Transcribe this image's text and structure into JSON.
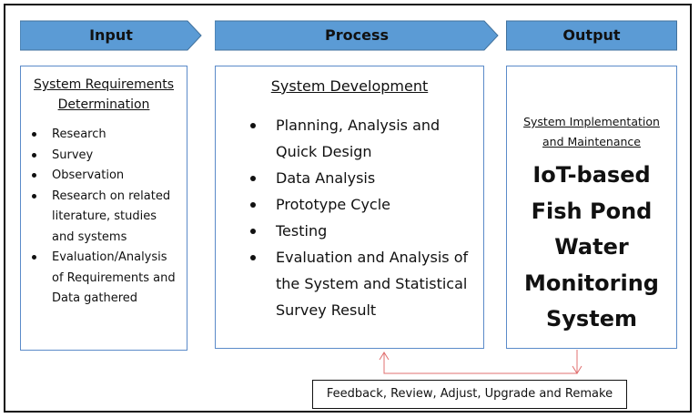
{
  "header": {
    "input_label": "Input",
    "process_label": "Process",
    "output_label": "Output"
  },
  "input_box": {
    "title_line1": "System Requirements",
    "title_line2": "Determination",
    "items": [
      [
        "Research"
      ],
      [
        "Survey"
      ],
      [
        "Observation"
      ],
      [
        "Research on related",
        "literature, studies",
        "and systems"
      ],
      [
        "Evaluation/Analysis",
        "of Requirements and",
        "Data gathered"
      ]
    ]
  },
  "process_box": {
    "title": "System Development",
    "items": [
      [
        "Planning, Analysis and",
        "Quick Design"
      ],
      [
        "Data Analysis"
      ],
      [
        "Prototype Cycle"
      ],
      [
        "Testing"
      ],
      [
        "Evaluation and Analysis of",
        "the System and Statistical",
        "Survey Result"
      ]
    ]
  },
  "output_box": {
    "subtitle_line1": "System Implementation",
    "subtitle_line2": "and Maintenance",
    "main_lines": [
      "IoT-based",
      "Fish Pond",
      "Water",
      "Monitoring",
      "System"
    ]
  },
  "feedback": {
    "label": "Feedback, Review, Adjust, Upgrade and Remake"
  },
  "colors": {
    "arrow_fill": "#5b9bd5",
    "arrow_stroke": "#41719c",
    "box_border": "#5b8bc9",
    "feedback_line": "#e07070"
  }
}
